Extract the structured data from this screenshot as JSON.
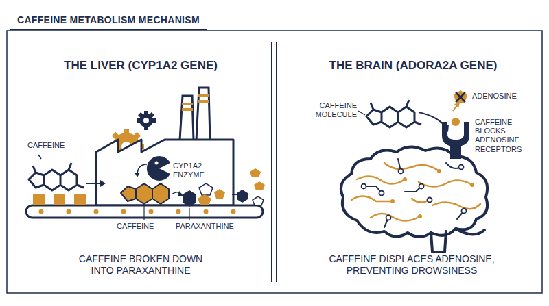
{
  "diagram": {
    "title": "CAFFEINE METABOLISM MECHANISM",
    "labels": [
      "THE LIVER (CYP1A2 GENE)",
      "CAFFEINE",
      "CYP1A2 ENZYME",
      "CAFFEINE",
      "PARAXANTHINE",
      "CAFFEINE BROKEN DOWN INTO PARAXANTHINE",
      "THE BRAIN (ADORA2A GENE)",
      "CAFFEINE MOLECULE",
      "ADENOSINE",
      "CAFFEINE BLOCKS ADENOSINE RECEPTORS",
      "CAFFEINE DISPLACES ADENOSINE, PREVENTING DROWSINESS"
    ]
  }
}
